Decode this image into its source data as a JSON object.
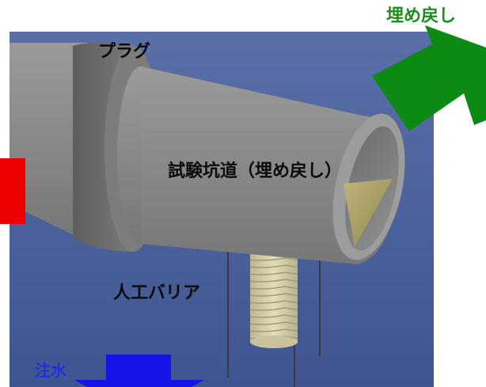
{
  "labels": {
    "plug": "プラグ",
    "test_tunnel": "試験坑道（埋め戻し）",
    "artificial_barrier": "人工バリア",
    "backfill": "埋め戻し",
    "water_injection": "注水"
  },
  "colors": {
    "background": "#4d65a0",
    "pipe": "#8c8c8c",
    "plug": "#6e6e6e",
    "barrier": "#d8d2ae",
    "backfill_arrow": "#0c8a14",
    "water_arrow": "#1414e8",
    "side_marker": "#ee0000",
    "backfill_text": "#1a8f1a",
    "water_text": "#1f2fe0"
  }
}
